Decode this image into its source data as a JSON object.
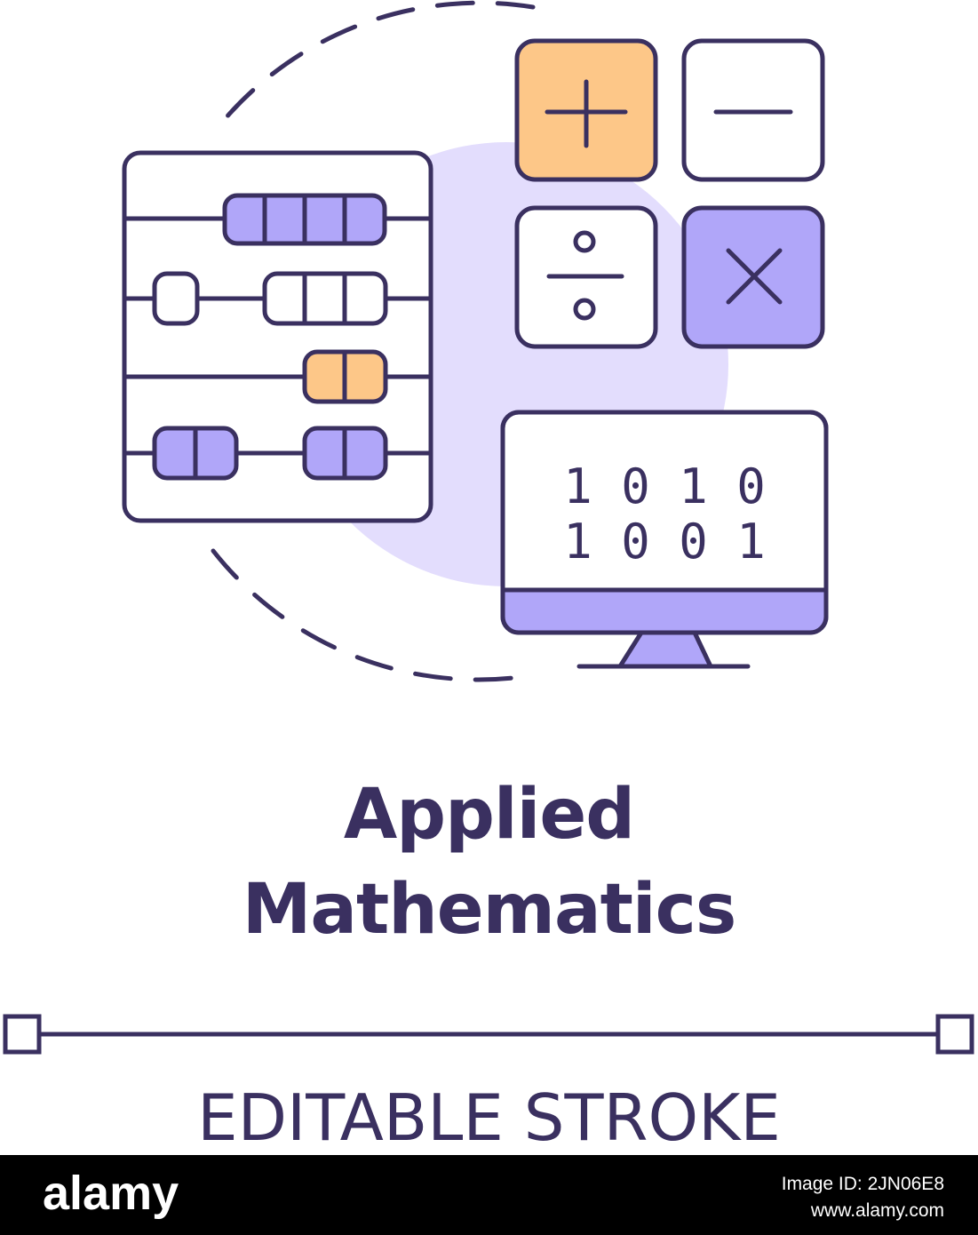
{
  "colors": {
    "stroke": "#3a3060",
    "lavender": "#b0a6f9",
    "light_lavender": "#e3ddfd",
    "orange": "#fdc788",
    "white": "#ffffff"
  },
  "icons": [
    "abacus-icon",
    "plus-key-icon",
    "minus-key-icon",
    "divide-key-icon",
    "multiply-key-icon",
    "monitor-icon"
  ],
  "monitor": {
    "binary_row1": "1 0 1 0",
    "binary_row2": "1 0 0 1"
  },
  "title": {
    "line1": "Applied",
    "line2": "Mathematics"
  },
  "editable_stroke": "EDITABLE STROKE",
  "footer": {
    "brand": "alamy",
    "image_id_line": "Image ID: 2JN06E8",
    "site": "www.alamy.com"
  }
}
